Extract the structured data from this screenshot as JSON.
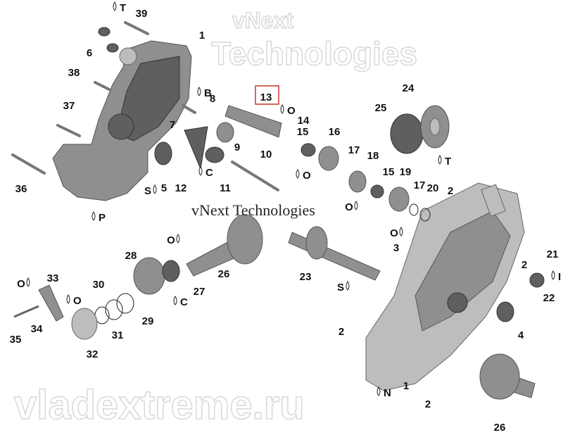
{
  "diagram": {
    "highlighted_callout": "13",
    "highlight_color": "#c0392b",
    "callouts": [
      "T",
      "39",
      "1",
      "6",
      "38",
      "B",
      "8",
      "13",
      "O",
      "24",
      "37",
      "7",
      "14",
      "15",
      "16",
      "25",
      "9",
      "10",
      "17",
      "18",
      "36",
      "S",
      "5",
      "12",
      "C",
      "11",
      "O",
      "O",
      "15",
      "19",
      "17",
      "20",
      "2",
      "P",
      "T",
      "O",
      "O",
      "3",
      "28",
      "26",
      "23",
      "S",
      "21",
      "2",
      "33",
      "I",
      "O",
      "30",
      "27",
      "C",
      "O",
      "29",
      "22",
      "34",
      "31",
      "4",
      "35",
      "32",
      "2",
      "N",
      "1",
      "2",
      "26"
    ]
  },
  "watermark": {
    "vnext_line": "vNext Technologies",
    "vnext_outline_1": "vNext",
    "vnext_outline_2": "Technologies",
    "site": "vladextreme.ru"
  }
}
